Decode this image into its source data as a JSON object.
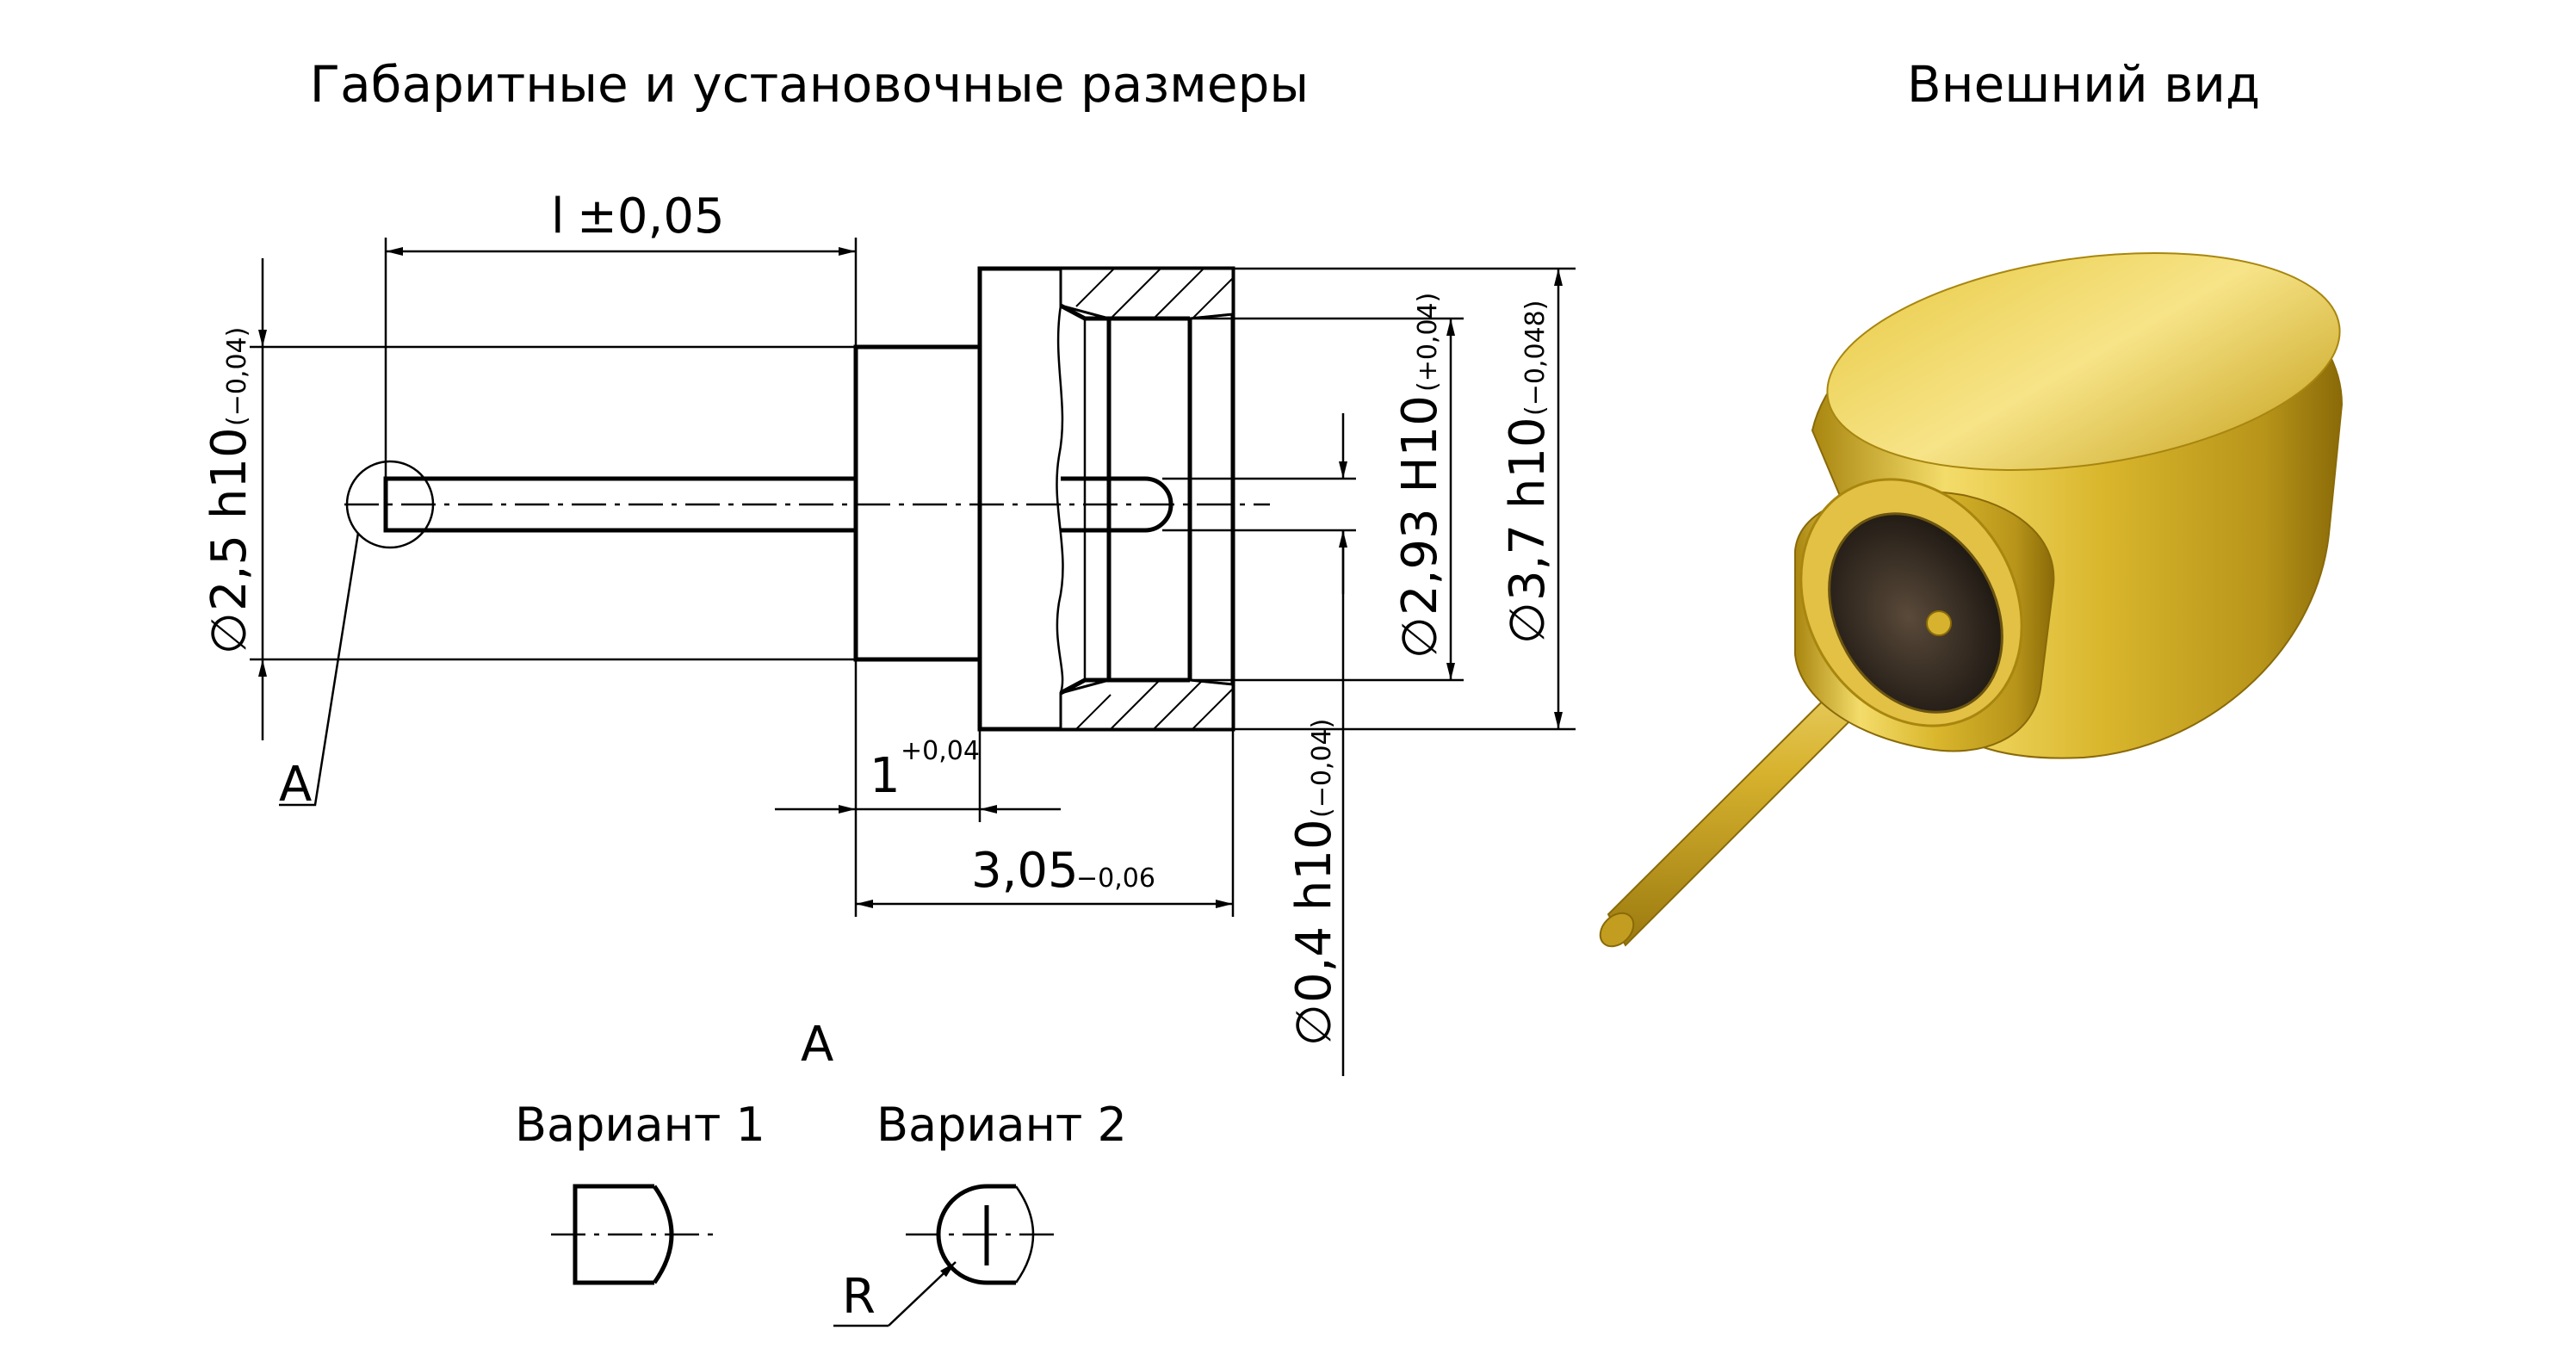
{
  "titles": {
    "dimensions": "Габаритные и установочные размеры",
    "appearance": "Внешний вид"
  },
  "dimensions": {
    "l": {
      "value": "l",
      "tol": "±0,05"
    },
    "d25": {
      "prefix": "∅",
      "value": "2,5 h10",
      "tol": "(−0,04)"
    },
    "one": {
      "value": "1",
      "tol": "+0,04"
    },
    "len305": {
      "value": "3,05",
      "tol": "−0,06"
    },
    "d04": {
      "prefix": "∅",
      "value": "0,4 h10",
      "tol": "(−0,04)"
    },
    "d293": {
      "prefix": "∅",
      "value": "2,93 H10",
      "tol": "(+0,04)"
    },
    "d37": {
      "prefix": "∅",
      "value": "3,7 h10",
      "tol": "(−0,048)"
    }
  },
  "callouts": {
    "a_leader": "A",
    "a_view": "A",
    "radius": "R"
  },
  "variants": {
    "v1": "Вариант 1",
    "v2": "Вариант 2"
  },
  "colors": {
    "line": "#000000",
    "gold_light": "#f6e27a",
    "gold_mid": "#d8b52a",
    "gold_dark": "#9c7a10",
    "background": "#ffffff"
  }
}
